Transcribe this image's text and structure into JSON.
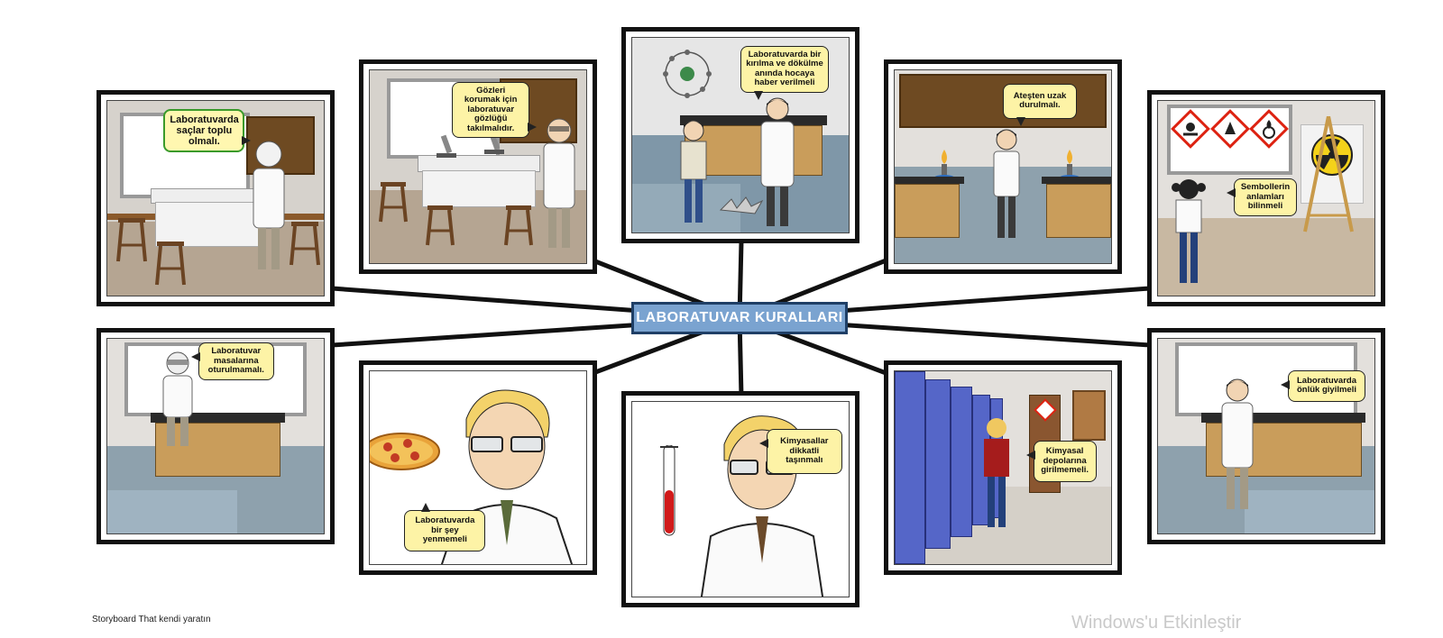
{
  "title": "LABORATUVAR KURALLARI",
  "panels": [
    {
      "text": "Laboratuvarda saçlar toplu olmalı."
    },
    {
      "text": "Gözleri korumak için laboratuvar gözlüğü takılmalıdır."
    },
    {
      "text": "Laboratuvarda bir kırılma ve dökülme anında hocaya haber verilmeli"
    },
    {
      "text": "Ateşten uzak durulmalı."
    },
    {
      "text": "Sembollerin anlamları bilinmeli"
    },
    {
      "text": "Laboratuvar masalarına oturulmamalı."
    },
    {
      "text": "Laboratuvarda bir şey yenmemeli"
    },
    {
      "text": "Kimyasallar dikkatli taşınmalı"
    },
    {
      "text": "Kimyasal depolarına girilmemeli."
    },
    {
      "text": "Laboratuvarda önlük giyilmeli"
    }
  ],
  "footer": "Storyboard That kendi yaratın",
  "watermark": "Windows'u Etkinleştir",
  "colors": {
    "title_bg": "#7aa3d0",
    "title_border": "#1f3f66",
    "bubble": "#fdf3a6",
    "line": "#111111"
  }
}
